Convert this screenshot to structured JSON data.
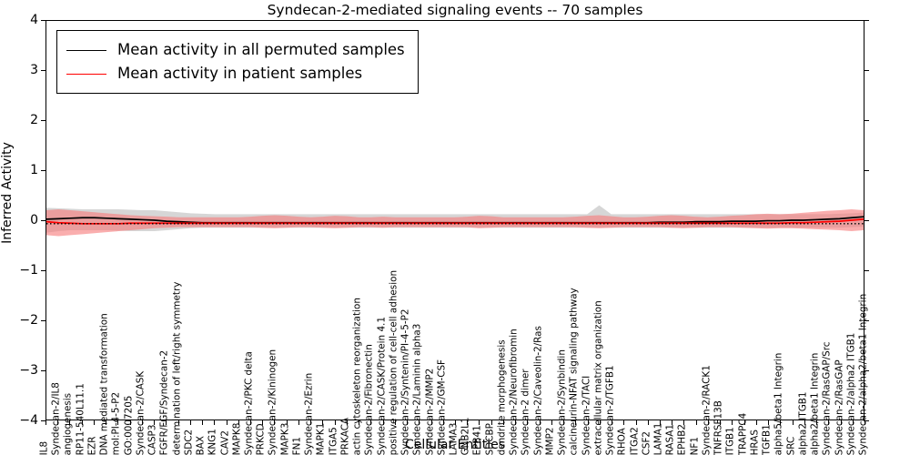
{
  "chart_data": {
    "type": "line",
    "title": "Syndecan-2-mediated signaling events -- 70 samples",
    "xlabel": "Cellular Entities",
    "ylabel": "Inferred Activity",
    "ylim": [
      -4,
      4
    ],
    "yticks": [
      -4,
      -3,
      -2,
      -1,
      0,
      1,
      2,
      3,
      4
    ],
    "ytick_labels": [
      "−4",
      "−3",
      "−2",
      "−1",
      "0",
      "1",
      "2",
      "3",
      "4"
    ],
    "grid": false,
    "legend_position": "upper left",
    "legend": [
      {
        "label": "Mean activity in all permuted samples",
        "color": "#000000",
        "style": "solid"
      },
      {
        "label": "Mean activity in patient samples",
        "color": "#ff0000",
        "style": "solid"
      }
    ],
    "categories": [
      "IL8",
      "Syndecan-2/IL8",
      "angiogenesis",
      "RP11-540L11.1",
      "EZR",
      "DNA mediated transformation",
      "mol:PI-4-5-P2",
      "GO:0007205",
      "Syndecan-2/CASK",
      "CASP3",
      "FGFR/FGF/Syndecan-2",
      "determination of left/right symmetry",
      "SDC2",
      "BAX",
      "KNG1",
      "CAV2",
      "MAPK8",
      "Syndecan-2/PKC delta",
      "PRKCD",
      "Syndecan-2/Kininogen",
      "MAPK3",
      "FN1",
      "Syndecan-2/Ezrin",
      "MAPK1",
      "ITGA5",
      "PRKACA",
      "actin cytoskeleton reorganization",
      "Syndecan-2/Fibronectin",
      "Syndecan-2/CASK/Protein 4.1",
      "positive regulation of cell-cell adhesion",
      "Syndecan-2/Syntenin/PI-4-5-P2",
      "Syndecan-2/Laminin alpha3",
      "Syndecan-2/MMP2",
      "Syndecan-2/GM-CSF",
      "LAMA3",
      "GNB2L1",
      "EPB41",
      "SDCBP",
      "dendrite morphogenesis",
      "Syndecan-2/Neurofibromin",
      "Syndecan-2 dimer",
      "Syndecan-2/Caveolin-2/Ras",
      "MMP2",
      "Syndecan-2/Synbindin",
      "calcineurin-NFAT signaling pathway",
      "Syndecan-2/TACI",
      "extracellular matrix organization",
      "Syndecan-2/TGFB1",
      "RHOA",
      "ITGA2",
      "CSF2",
      "LAMA1",
      "RASA1",
      "EPHB2",
      "NF1",
      "Syndecan-2/RACK1",
      "TNFRSF13B",
      "ITGB1",
      "TRAPPC4",
      "HRAS",
      "TGFB1",
      "alpha5/beta1 Integrin",
      "SRC",
      "alpha2 ITGB1",
      "alpha2/beta1 Integrin",
      "Syndecan-2/RasGAP/Src",
      "Syndecan-2/RasGAP",
      "Syndecan-2/alpha2 ITGB1",
      "Syndecan-2/alpha2/beta1 Integrin"
    ],
    "series": [
      {
        "name": "Mean activity in all permuted samples",
        "color": "#000000",
        "values": [
          0.02,
          0.03,
          0.04,
          0.05,
          0.05,
          0.04,
          0.03,
          0.02,
          0.01,
          0.0,
          -0.02,
          -0.03,
          -0.04,
          -0.05,
          -0.05,
          -0.05,
          -0.05,
          -0.05,
          -0.05,
          -0.05,
          -0.05,
          -0.05,
          -0.05,
          -0.05,
          -0.05,
          -0.05,
          -0.05,
          -0.05,
          -0.05,
          -0.05,
          -0.05,
          -0.05,
          -0.05,
          -0.05,
          -0.05,
          -0.05,
          -0.05,
          -0.05,
          -0.05,
          -0.05,
          -0.05,
          -0.05,
          -0.05,
          -0.05,
          -0.05,
          -0.05,
          -0.05,
          -0.05,
          -0.05,
          -0.05,
          -0.05,
          -0.04,
          -0.04,
          -0.04,
          -0.03,
          -0.03,
          -0.03,
          -0.02,
          -0.02,
          -0.02,
          -0.01,
          -0.01,
          0.0,
          0.0,
          0.01,
          0.02,
          0.03,
          0.05,
          0.07
        ],
        "band_lower": [
          -0.25,
          -0.22,
          -0.2,
          -0.2,
          -0.2,
          -0.2,
          -0.21,
          -0.22,
          -0.22,
          -0.22,
          -0.2,
          -0.18,
          -0.16,
          -0.15,
          -0.15,
          -0.15,
          -0.15,
          -0.15,
          -0.15,
          -0.15,
          -0.15,
          -0.15,
          -0.15,
          -0.15,
          -0.15,
          -0.15,
          -0.15,
          -0.15,
          -0.15,
          -0.15,
          -0.15,
          -0.15,
          -0.15,
          -0.15,
          -0.15,
          -0.15,
          -0.15,
          -0.15,
          -0.15,
          -0.15,
          -0.15,
          -0.15,
          -0.15,
          -0.15,
          -0.15,
          -0.15,
          -0.15,
          -0.15,
          -0.15,
          -0.15,
          -0.15,
          -0.15,
          -0.15,
          -0.15,
          -0.15,
          -0.15,
          -0.15,
          -0.15,
          -0.15,
          -0.15,
          -0.15,
          -0.15,
          -0.15,
          -0.15,
          -0.15,
          -0.15,
          -0.15,
          -0.14,
          -0.13
        ],
        "band_upper": [
          0.25,
          0.24,
          0.23,
          0.22,
          0.22,
          0.22,
          0.22,
          0.21,
          0.2,
          0.2,
          0.18,
          0.16,
          0.14,
          0.13,
          0.12,
          0.12,
          0.12,
          0.12,
          0.12,
          0.12,
          0.12,
          0.12,
          0.12,
          0.12,
          0.12,
          0.12,
          0.12,
          0.12,
          0.12,
          0.12,
          0.12,
          0.12,
          0.12,
          0.12,
          0.12,
          0.12,
          0.12,
          0.12,
          0.12,
          0.12,
          0.12,
          0.12,
          0.12,
          0.12,
          0.12,
          0.12,
          0.3,
          0.12,
          0.12,
          0.12,
          0.12,
          0.12,
          0.12,
          0.12,
          0.12,
          0.12,
          0.12,
          0.12,
          0.12,
          0.12,
          0.12,
          0.12,
          0.12,
          0.12,
          0.12,
          0.12,
          0.13,
          0.14,
          0.15
        ],
        "band_color": "#c8c8c8"
      },
      {
        "name": "Mean activity in patient samples",
        "color": "#ff0000",
        "values": [
          -0.03,
          -0.05,
          -0.06,
          -0.07,
          -0.07,
          -0.07,
          -0.07,
          -0.06,
          -0.06,
          -0.06,
          -0.06,
          -0.06,
          -0.06,
          -0.06,
          -0.06,
          -0.06,
          -0.06,
          -0.06,
          -0.06,
          -0.06,
          -0.06,
          -0.06,
          -0.06,
          -0.06,
          -0.06,
          -0.06,
          -0.06,
          -0.06,
          -0.06,
          -0.06,
          -0.06,
          -0.06,
          -0.06,
          -0.06,
          -0.06,
          -0.06,
          -0.06,
          -0.06,
          -0.06,
          -0.06,
          -0.06,
          -0.06,
          -0.06,
          -0.06,
          -0.06,
          -0.06,
          -0.06,
          -0.06,
          -0.06,
          -0.06,
          -0.06,
          -0.06,
          -0.06,
          -0.06,
          -0.06,
          -0.06,
          -0.06,
          -0.06,
          -0.06,
          -0.06,
          -0.06,
          -0.06,
          -0.05,
          -0.05,
          -0.04,
          -0.03,
          -0.02,
          0.0,
          0.02
        ],
        "band_lower": [
          -0.3,
          -0.32,
          -0.3,
          -0.28,
          -0.26,
          -0.24,
          -0.22,
          -0.2,
          -0.18,
          -0.16,
          -0.15,
          -0.14,
          -0.14,
          -0.14,
          -0.14,
          -0.14,
          -0.14,
          -0.14,
          -0.15,
          -0.16,
          -0.15,
          -0.14,
          -0.14,
          -0.15,
          -0.16,
          -0.15,
          -0.14,
          -0.14,
          -0.15,
          -0.14,
          -0.14,
          -0.14,
          -0.14,
          -0.14,
          -0.14,
          -0.14,
          -0.16,
          -0.15,
          -0.14,
          -0.14,
          -0.14,
          -0.14,
          -0.14,
          -0.14,
          -0.14,
          -0.15,
          -0.16,
          -0.15,
          -0.14,
          -0.14,
          -0.14,
          -0.14,
          -0.15,
          -0.16,
          -0.15,
          -0.14,
          -0.14,
          -0.14,
          -0.15,
          -0.16,
          -0.17,
          -0.16,
          -0.16,
          -0.17,
          -0.18,
          -0.19,
          -0.2,
          -0.22,
          -0.2
        ],
        "band_upper": [
          0.2,
          0.22,
          0.2,
          0.18,
          0.16,
          0.14,
          0.12,
          0.1,
          0.09,
          0.08,
          0.07,
          0.06,
          0.06,
          0.06,
          0.06,
          0.06,
          0.06,
          0.07,
          0.09,
          0.1,
          0.09,
          0.07,
          0.06,
          0.07,
          0.09,
          0.08,
          0.06,
          0.06,
          0.07,
          0.06,
          0.06,
          0.06,
          0.06,
          0.06,
          0.06,
          0.07,
          0.09,
          0.08,
          0.06,
          0.06,
          0.06,
          0.06,
          0.06,
          0.06,
          0.07,
          0.09,
          0.1,
          0.08,
          0.06,
          0.06,
          0.07,
          0.09,
          0.1,
          0.09,
          0.07,
          0.06,
          0.07,
          0.09,
          0.1,
          0.12,
          0.13,
          0.12,
          0.13,
          0.15,
          0.17,
          0.19,
          0.2,
          0.22,
          0.2
        ],
        "band_color": "#f77c7c"
      },
      {
        "name": "permuted median dotted",
        "color": "#000000",
        "style": "dotted",
        "values": [
          -0.07,
          -0.07,
          -0.07,
          -0.07,
          -0.07,
          -0.07,
          -0.07,
          -0.07,
          -0.07,
          -0.07,
          -0.07,
          -0.07,
          -0.07,
          -0.07,
          -0.07,
          -0.07,
          -0.07,
          -0.07,
          -0.07,
          -0.07,
          -0.07,
          -0.07,
          -0.07,
          -0.07,
          -0.07,
          -0.07,
          -0.07,
          -0.07,
          -0.07,
          -0.07,
          -0.07,
          -0.07,
          -0.07,
          -0.07,
          -0.07,
          -0.07,
          -0.07,
          -0.07,
          -0.07,
          -0.07,
          -0.07,
          -0.07,
          -0.07,
          -0.07,
          -0.07,
          -0.07,
          -0.07,
          -0.07,
          -0.07,
          -0.07,
          -0.07,
          -0.07,
          -0.07,
          -0.07,
          -0.07,
          -0.07,
          -0.07,
          -0.07,
          -0.07,
          -0.07,
          -0.07,
          -0.07,
          -0.07,
          -0.07,
          -0.07,
          -0.07,
          -0.07,
          -0.07,
          -0.07
        ]
      }
    ]
  }
}
